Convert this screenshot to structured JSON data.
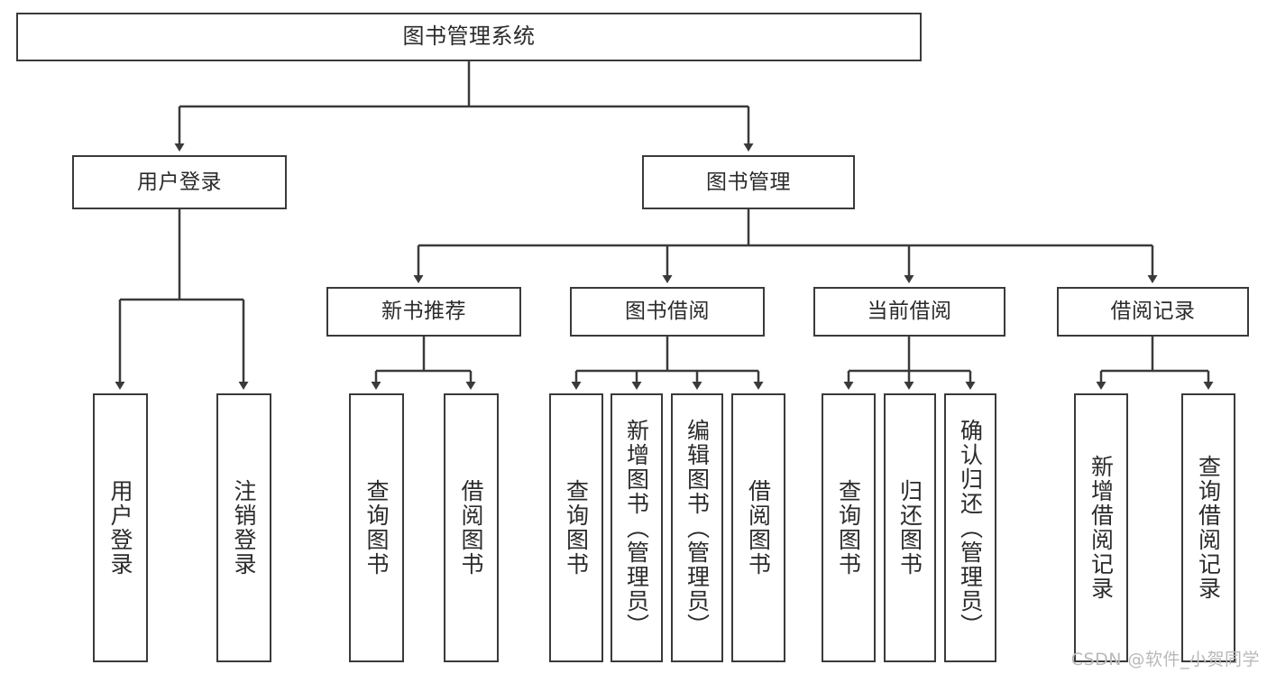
{
  "diagram": {
    "type": "tree",
    "title": "图书管理系统",
    "watermark": "CSDN @软件_小贺同学",
    "colors": {
      "box_border": "#3a3a3a",
      "box_fill": "#ffffff",
      "edge": "#3a3a3a",
      "text": "#2b2b2b",
      "watermark": "#b9b9b9"
    },
    "nodes": {
      "root": {
        "label": "图书管理系统"
      },
      "level2": [
        {
          "label": "用户登录"
        },
        {
          "label": "图书管理"
        }
      ],
      "level3": [
        {
          "label": "新书推荐"
        },
        {
          "label": "图书借阅"
        },
        {
          "label": "当前借阅"
        },
        {
          "label": "借阅记录"
        }
      ],
      "leaves": {
        "user_login": [
          {
            "label": "用户登录"
          },
          {
            "label": "注销登录"
          }
        ],
        "new_book": [
          {
            "label": "查询图书"
          },
          {
            "label": "借阅图书"
          }
        ],
        "book_borrow": [
          {
            "label": "查询图书"
          },
          {
            "label": "新增图书（管理员）"
          },
          {
            "label": "编辑图书（管理员）"
          },
          {
            "label": "借阅图书"
          }
        ],
        "current_borrow": [
          {
            "label": "查询图书"
          },
          {
            "label": "归还图书"
          },
          {
            "label": "确认归还（管理员）"
          }
        ],
        "borrow_record": [
          {
            "label": "新增借阅记录"
          },
          {
            "label": "查询借阅记录"
          }
        ]
      }
    }
  }
}
